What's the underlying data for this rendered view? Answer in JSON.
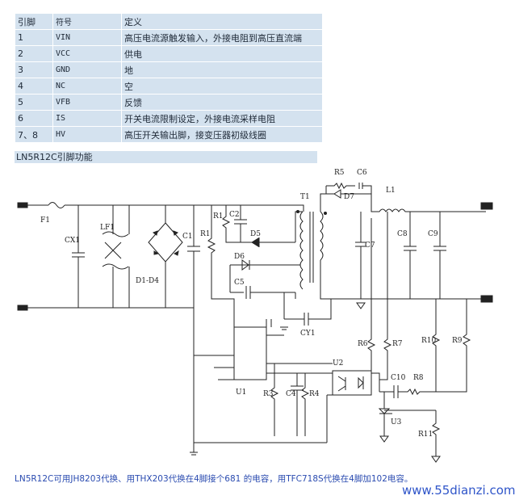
{
  "pin_table": {
    "header": {
      "pin": "引脚",
      "symbol": "符号",
      "definition": "定义"
    },
    "rows": [
      {
        "pin": "1",
        "symbol": "VIN",
        "definition": "高压电流源触发输入，外接电阻到高压直流端"
      },
      {
        "pin": "2",
        "symbol": "VCC",
        "definition": "供电"
      },
      {
        "pin": "3",
        "symbol": "GND",
        "definition": "地"
      },
      {
        "pin": "4",
        "symbol": "NC",
        "definition": "空"
      },
      {
        "pin": "5",
        "symbol": "VFB",
        "definition": "反馈"
      },
      {
        "pin": "6",
        "symbol": "IS",
        "definition": "开关电流限制设定，外接电流采样电阻"
      },
      {
        "pin": "7、8",
        "symbol": "HV",
        "definition": "高压开关输出脚，接变压器初级线圈"
      }
    ],
    "caption": "LN5R12C引脚功能"
  },
  "schematic": {
    "labels": {
      "F1": "F1",
      "CX1": "CX1",
      "LF1": "LF1",
      "D1D4": "D1-D4",
      "C1": "C1",
      "R1a": "R1",
      "R1b": "R1",
      "C2": "C2",
      "D5": "D5",
      "D6": "D6",
      "C5": "C5",
      "T1": "T1",
      "R5": "R5",
      "C6": "C6",
      "D7": "D7",
      "L1": "L1",
      "C7": "C7",
      "C8": "C8",
      "C9": "C9",
      "CY1": "CY1",
      "R6": "R6",
      "R7": "R7",
      "R10": "R10",
      "R9": "R9",
      "U2": "U2",
      "C10": "C10",
      "R8": "R8",
      "U3": "U3",
      "R11": "R11",
      "U1": "U1",
      "R3": "R3",
      "C4": "C4",
      "R4": "R4"
    }
  },
  "footer": {
    "note": "LN5R12C可用JH8203代换、用THX203代换在4脚接个681 的电容，用TFC718S代换在4脚加102电容。",
    "watermark": "www.55dianzi.com"
  }
}
